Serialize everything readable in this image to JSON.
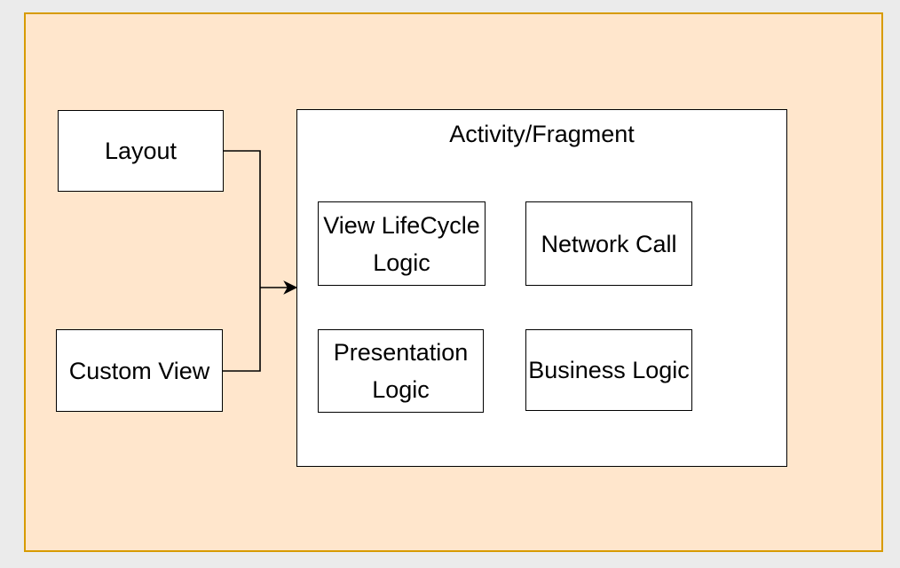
{
  "diagram": {
    "title": "Activity/Fragment",
    "colors": {
      "page_background": "#ebebeb",
      "frame_fill": "#ffe6cc",
      "frame_stroke": "#d79b00",
      "node_fill": "#ffffff",
      "node_stroke": "#000000",
      "text": "#000000"
    },
    "nodes": {
      "layout": {
        "label": "Layout"
      },
      "custom_view": {
        "label": "Custom View"
      },
      "activity_fragment": {
        "title": "Activity/Fragment"
      },
      "view_lifecycle": {
        "label": "View LifeCycle Logic",
        "lines": [
          "View LifeCycle",
          "Logic"
        ]
      },
      "network_call": {
        "label": "Network Call",
        "lines": [
          "Network Call"
        ]
      },
      "presentation": {
        "label": "Presentation Logic",
        "lines": [
          "Presentation",
          "Logic"
        ]
      },
      "business_logic": {
        "label": "Business Logic",
        "lines": [
          "Business Logic"
        ]
      }
    },
    "edges": [
      {
        "from": "Layout",
        "to": "Activity/Fragment",
        "arrow": "end"
      },
      {
        "from": "Custom View",
        "to": "Activity/Fragment",
        "arrow": "end"
      }
    ]
  }
}
